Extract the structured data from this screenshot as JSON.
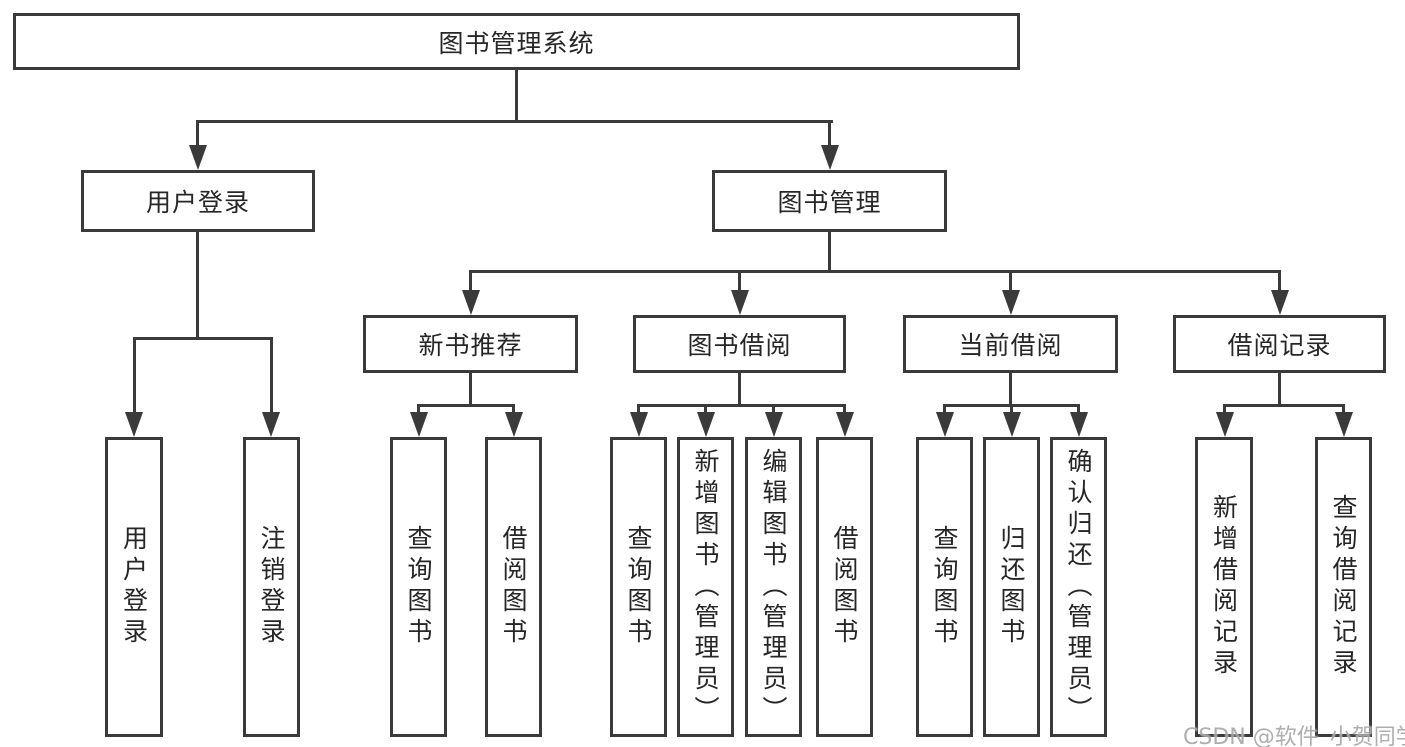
{
  "diagram": {
    "root": {
      "label": "图书管理系统"
    },
    "branches": [
      {
        "label": "用户登录",
        "leaves": [
          "用户登录",
          "注销登录"
        ]
      },
      {
        "label": "图书管理",
        "groups": [
          {
            "label": "新书推荐",
            "leaves": [
              "查询图书",
              "借阅图书"
            ]
          },
          {
            "label": "图书借阅",
            "leaves": [
              "查询图书",
              "新增图书（管理员）",
              "编辑图书（管理员）",
              "借阅图书"
            ]
          },
          {
            "label": "当前借阅",
            "leaves": [
              "查询图书",
              "归还图书",
              "确认归还（管理员）"
            ]
          },
          {
            "label": "借阅记录",
            "leaves": [
              "新增借阅记录",
              "查询借阅记录"
            ]
          }
        ]
      }
    ]
  },
  "watermark": {
    "text": "CSDN @软件_小贺同学"
  },
  "colors": {
    "line": "#3a3a3a",
    "text": "#262626",
    "watermark": "#a8a8a8",
    "background": "#ffffff"
  }
}
